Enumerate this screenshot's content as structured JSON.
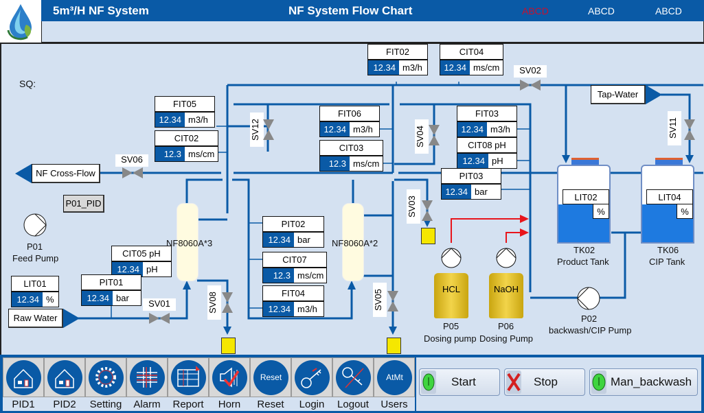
{
  "header": {
    "app_title": "5m³/H NF System",
    "page_title": "NF System Flow Chart",
    "links": [
      {
        "label": "ABCD",
        "color": "#c8102e"
      },
      {
        "label": "ABCD",
        "color": "#ffffff"
      },
      {
        "label": "ABCD",
        "color": "#ffffff"
      }
    ]
  },
  "diagram": {
    "sq_label": "SQ:",
    "sources": {
      "nf_cross_flow": "NF Cross-Flow",
      "raw_water": "Raw Water",
      "tap_water": "Tap-Water",
      "p01_pid": "P01_PID"
    },
    "valves": {
      "sv01": "SV01",
      "sv02": "SV02",
      "sv03": "SV03",
      "sv04": "SV04",
      "sv05": "SV05",
      "sv06": "SV06",
      "sv08": "SV08",
      "sv11": "SV11",
      "sv12": "SV12"
    },
    "instruments": {
      "fit02": {
        "tag": "FIT02",
        "value": "12.34",
        "unit": "m3/h"
      },
      "cit04": {
        "tag": "CIT04",
        "value": "12.34",
        "unit": "ms/cm"
      },
      "fit05": {
        "tag": "FIT05",
        "value": "12.34",
        "unit": "m3/h"
      },
      "cit02": {
        "tag": "CIT02",
        "value": "12.3",
        "unit": "ms/cm"
      },
      "fit06": {
        "tag": "FIT06",
        "value": "12.34",
        "unit": "m3/h"
      },
      "cit03": {
        "tag": "CIT03",
        "value": "12.3",
        "unit": "ms/cm"
      },
      "fit03": {
        "tag": "FIT03",
        "value": "12.34",
        "unit": "m3/h"
      },
      "cit08": {
        "tag": "CIT08 pH",
        "value": "12.34",
        "unit": "pH"
      },
      "pit03": {
        "tag": "PIT03",
        "value": "12.34",
        "unit": "bar"
      },
      "pit02": {
        "tag": "PIT02",
        "value": "12.34",
        "unit": "bar"
      },
      "cit07": {
        "tag": "CIT07",
        "value": "12.3",
        "unit": "ms/cm"
      },
      "fit04": {
        "tag": "FIT04",
        "value": "12.34",
        "unit": "m3/h"
      },
      "cit05": {
        "tag": "CIT05 pH",
        "value": "12.34",
        "unit": "pH"
      },
      "pit01": {
        "tag": "PIT01",
        "value": "12.34",
        "unit": "bar"
      },
      "lit01": {
        "tag": "LIT01",
        "value": "12.34",
        "unit": "%"
      }
    },
    "membranes": {
      "m1": "NF8060A*3",
      "m2": "NF8060A*2"
    },
    "pumps": {
      "p01": {
        "id": "P01",
        "name": "Feed Pump"
      },
      "p02": {
        "id": "P02",
        "name": "backwash/CIP Pump"
      },
      "p05": {
        "id": "P05",
        "name": "Dosing pump",
        "chem": "HCL"
      },
      "p06": {
        "id": "P06",
        "name": "Dosing Pump",
        "chem": "NaOH"
      }
    },
    "tanks": {
      "tk02": {
        "id": "TK02",
        "name": "Product Tank",
        "lit": "LIT02",
        "unit": "%",
        "level": 0.5
      },
      "tk06": {
        "id": "TK06",
        "name": "CIP Tank",
        "lit": "LIT04",
        "unit": "%",
        "level": 0.5
      }
    }
  },
  "nav": [
    {
      "label": "PID1",
      "icon": "house-icon"
    },
    {
      "label": "PID2",
      "icon": "house-icon"
    },
    {
      "label": "Setting",
      "icon": "gear-icon"
    },
    {
      "label": "Alarm",
      "icon": "alarm-icon"
    },
    {
      "label": "Report",
      "icon": "report-icon"
    },
    {
      "label": "Horn",
      "icon": "horn-icon"
    },
    {
      "label": "Reset",
      "icon": "reset-icon",
      "inner": "Reset"
    },
    {
      "label": "Login",
      "icon": "key-icon"
    },
    {
      "label": "Logout",
      "icon": "key-off-icon"
    },
    {
      "label": "Users",
      "icon": "users-icon",
      "inner": "AtMt"
    }
  ],
  "controls": {
    "start": "Start",
    "stop": "Stop",
    "man_backwash": "Man_backwash"
  },
  "colors": {
    "brand": "#0a5aa6",
    "background": "#d4e1f1",
    "dosing_line": "#e8141b",
    "tank_water": "#1e7ae0"
  }
}
